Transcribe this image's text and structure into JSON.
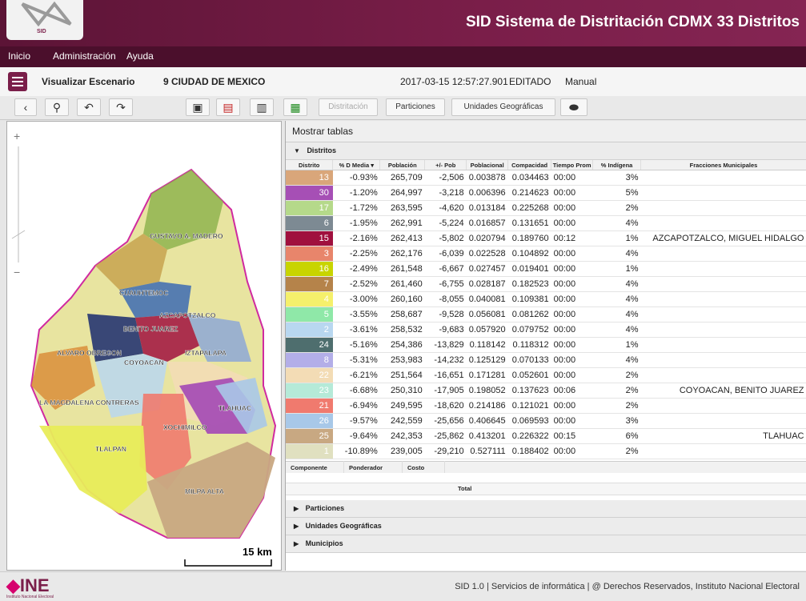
{
  "header": {
    "logo_text": "SID",
    "title": "SID Sistema de Distritación CDMX 33 Distritos"
  },
  "menu": [
    "Inicio",
    "Administración",
    "Ayuda"
  ],
  "info": {
    "screen_title": "Visualizar Escenario",
    "entity": "9 CIUDAD DE MEXICO",
    "timestamp": "2017-03-15 12:57:27.901",
    "status": "EDITADO",
    "mode": "Manual"
  },
  "toolbar": {
    "distritacion": "Distritación",
    "particiones": "Particiones",
    "unidades": "Unidades Geográficas",
    "icons": [
      "back-icon",
      "locate-icon",
      "undo-icon",
      "redo-icon",
      "save-icon",
      "export-pdf-icon",
      "export-doc-icon",
      "export-xls-icon",
      "view-toggle-icon"
    ]
  },
  "map": {
    "labels": [
      "GUSTAVO A. MADERO",
      "CUAUHTEMOC",
      "AZCAPOTZALCO",
      "BENITO JUAREZ",
      "IZTAPALAPA",
      "ALVARO OBREGON",
      "COYOACAN",
      "LA MAGDALENA CONTRERAS",
      "TLAHUAC",
      "XOCHIMILCO",
      "TLALPAN",
      "MILPA ALTA"
    ],
    "scale": "15 km",
    "zoom_in": "+",
    "zoom_out": "−"
  },
  "panel": {
    "mostrar": "Mostrar tablas",
    "distritos_label": "Distritos",
    "columns": [
      "Distrito",
      "% D Media ▾",
      "Población",
      "+/- Pob",
      "Poblacional",
      "Compacidad",
      "Tiempo Prom",
      "% Indígena",
      "Fracciones Municipales"
    ],
    "rows": [
      {
        "d": "13",
        "color": "#d9a67a",
        "media": "-0.93%",
        "pob": "265,709",
        "dif": "-2,506",
        "pobl": "0.003878",
        "comp": "0.034463",
        "tiempo": "00:00",
        "ind": "3%",
        "frac": ""
      },
      {
        "d": "30",
        "color": "#a64fb5",
        "media": "-1.20%",
        "pob": "264,997",
        "dif": "-3,218",
        "pobl": "0.006396",
        "comp": "0.214623",
        "tiempo": "00:00",
        "ind": "5%",
        "frac": ""
      },
      {
        "d": "17",
        "color": "#b5d98a",
        "media": "-1.72%",
        "pob": "263,595",
        "dif": "-4,620",
        "pobl": "0.013184",
        "comp": "0.225268",
        "tiempo": "00:00",
        "ind": "2%",
        "frac": ""
      },
      {
        "d": "6",
        "color": "#7d8a93",
        "media": "-1.95%",
        "pob": "262,991",
        "dif": "-5,224",
        "pobl": "0.016857",
        "comp": "0.131651",
        "tiempo": "00:00",
        "ind": "4%",
        "frac": ""
      },
      {
        "d": "15",
        "color": "#a0103e",
        "media": "-2.16%",
        "pob": "262,413",
        "dif": "-5,802",
        "pobl": "0.020794",
        "comp": "0.189760",
        "tiempo": "00:12",
        "ind": "1%",
        "frac": "AZCAPOTZALCO, MIGUEL HIDALGO"
      },
      {
        "d": "3",
        "color": "#e8856b",
        "media": "-2.25%",
        "pob": "262,176",
        "dif": "-6,039",
        "pobl": "0.022528",
        "comp": "0.104892",
        "tiempo": "00:00",
        "ind": "4%",
        "frac": ""
      },
      {
        "d": "16",
        "color": "#c8d400",
        "media": "-2.49%",
        "pob": "261,548",
        "dif": "-6,667",
        "pobl": "0.027457",
        "comp": "0.019401",
        "tiempo": "00:00",
        "ind": "1%",
        "frac": ""
      },
      {
        "d": "7",
        "color": "#b5834a",
        "media": "-2.52%",
        "pob": "261,460",
        "dif": "-6,755",
        "pobl": "0.028187",
        "comp": "0.182523",
        "tiempo": "00:00",
        "ind": "4%",
        "frac": ""
      },
      {
        "d": "4",
        "color": "#f5f06b",
        "media": "-3.00%",
        "pob": "260,160",
        "dif": "-8,055",
        "pobl": "0.040081",
        "comp": "0.109381",
        "tiempo": "00:00",
        "ind": "4%",
        "frac": ""
      },
      {
        "d": "5",
        "color": "#8fe8a8",
        "media": "-3.55%",
        "pob": "258,687",
        "dif": "-9,528",
        "pobl": "0.056081",
        "comp": "0.081262",
        "tiempo": "00:00",
        "ind": "4%",
        "frac": ""
      },
      {
        "d": "2",
        "color": "#b8d7f0",
        "media": "-3.61%",
        "pob": "258,532",
        "dif": "-9,683",
        "pobl": "0.057920",
        "comp": "0.079752",
        "tiempo": "00:00",
        "ind": "4%",
        "frac": ""
      },
      {
        "d": "24",
        "color": "#4e6e6e",
        "media": "-5.16%",
        "pob": "254,386",
        "dif": "-13,829",
        "pobl": "0.118142",
        "comp": "0.118312",
        "tiempo": "00:00",
        "ind": "1%",
        "frac": ""
      },
      {
        "d": "8",
        "color": "#b3aee8",
        "media": "-5.31%",
        "pob": "253,983",
        "dif": "-14,232",
        "pobl": "0.125129",
        "comp": "0.070133",
        "tiempo": "00:00",
        "ind": "4%",
        "frac": ""
      },
      {
        "d": "22",
        "color": "#f3dcb5",
        "media": "-6.21%",
        "pob": "251,564",
        "dif": "-16,651",
        "pobl": "0.171281",
        "comp": "0.052601",
        "tiempo": "00:00",
        "ind": "2%",
        "frac": ""
      },
      {
        "d": "23",
        "color": "#b5ead8",
        "media": "-6.68%",
        "pob": "250,310",
        "dif": "-17,905",
        "pobl": "0.198052",
        "comp": "0.137623",
        "tiempo": "00:06",
        "ind": "2%",
        "frac": "COYOACAN, BENITO JUAREZ"
      },
      {
        "d": "21",
        "color": "#f07a6e",
        "media": "-6.94%",
        "pob": "249,595",
        "dif": "-18,620",
        "pobl": "0.214186",
        "comp": "0.121021",
        "tiempo": "00:00",
        "ind": "2%",
        "frac": ""
      },
      {
        "d": "26",
        "color": "#a8c8e8",
        "media": "-9.57%",
        "pob": "242,559",
        "dif": "-25,656",
        "pobl": "0.406645",
        "comp": "0.069593",
        "tiempo": "00:00",
        "ind": "3%",
        "frac": ""
      },
      {
        "d": "25",
        "color": "#c8a882",
        "media": "-9.64%",
        "pob": "242,353",
        "dif": "-25,862",
        "pobl": "0.413201",
        "comp": "0.226322",
        "tiempo": "00:15",
        "ind": "6%",
        "frac": "TLAHUAC"
      },
      {
        "d": "1",
        "color": "#e0e0c0",
        "media": "-10.89%",
        "pob": "239,005",
        "dif": "-29,210",
        "pobl": "0.527111",
        "comp": "0.188402",
        "tiempo": "00:00",
        "ind": "2%",
        "frac": ""
      }
    ],
    "comp_columns": [
      "Componente",
      "Ponderador",
      "Costo"
    ],
    "total_label": "Total",
    "sections": [
      "Particiones",
      "Unidades Geográficas",
      "Municipios"
    ]
  },
  "footer": {
    "logo": "INE",
    "logo_sub": "Instituto Nacional Electoral",
    "text": "SID 1.0 | Servicios de informática | @ Derechos Reservados, Instituto Nacional Electoral"
  }
}
